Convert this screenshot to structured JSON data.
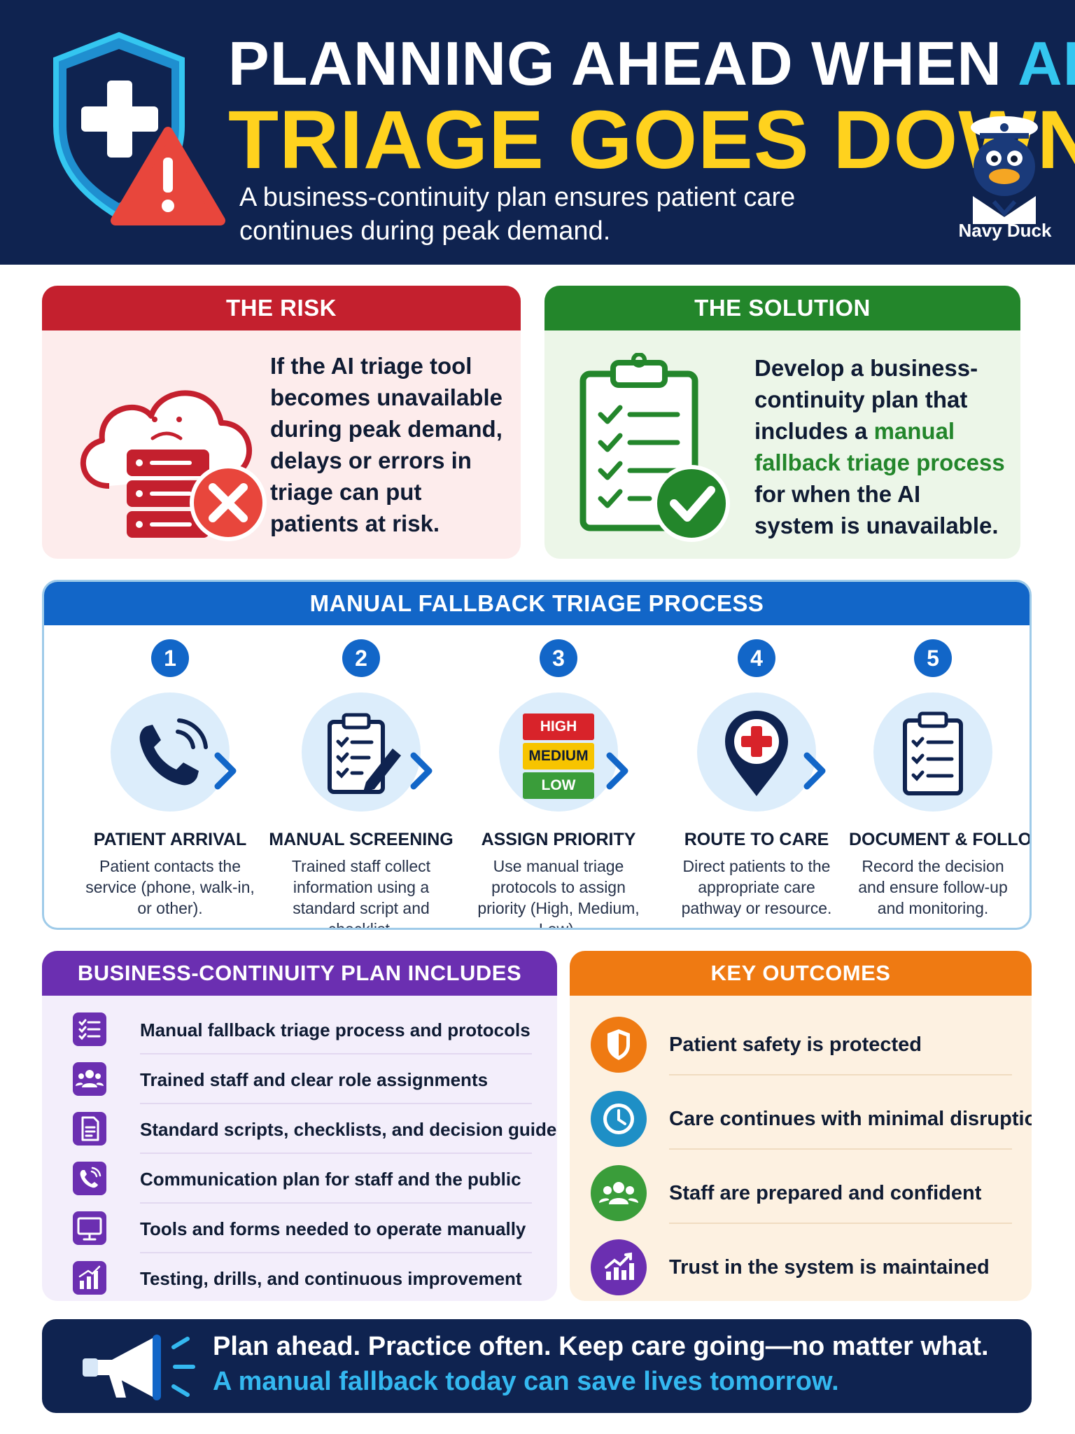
{
  "header": {
    "title_line1_part1": "PLANNING AHEAD WHEN ",
    "title_line1_part2": "AI",
    "title_line2": "TRIAGE GOES DOWN",
    "subtitle": "A business-continuity plan ensures patient care continues during peak demand.",
    "brand": "Navy Duck"
  },
  "risk": {
    "heading": "THE RISK",
    "text": "If the AI triage tool becomes unavailable during peak demand, delays or errors in triage can put patients at risk."
  },
  "solution": {
    "heading": "THE SOLUTION",
    "text_part1": "Develop a business-continuity plan that includes a ",
    "text_highlight": "manual fallback triage process",
    "text_part2": " for when the AI system is unavailable."
  },
  "process": {
    "heading": "MANUAL FALLBACK TRIAGE PROCESS",
    "steps": [
      {
        "number": "1",
        "title": "PATIENT ARRIVAL",
        "desc": "Patient contacts the service (phone, walk-in, or other).",
        "icon": "phone-icon"
      },
      {
        "number": "2",
        "title": "MANUAL SCREENING",
        "desc": "Trained staff collect information using a standard script and checklist.",
        "icon": "clipboard-pen-icon"
      },
      {
        "number": "3",
        "title": "ASSIGN PRIORITY",
        "desc": "Use manual triage protocols to assign priority (High, Medium, Low).",
        "icon": "priority-levels-icon"
      },
      {
        "number": "4",
        "title": "ROUTE TO CARE",
        "desc": "Direct patients to the appropriate care pathway or resource.",
        "icon": "location-cross-icon"
      },
      {
        "number": "5",
        "title": "DOCUMENT & FOLLOW UP",
        "desc": "Record the decision and ensure follow-up and monitoring.",
        "icon": "checklist-icon"
      }
    ],
    "priority_labels": {
      "high": "HIGH",
      "medium": "MEDIUM",
      "low": "LOW"
    }
  },
  "bcp": {
    "heading": "BUSINESS-CONTINUITY PLAN INCLUDES",
    "items": [
      {
        "label": "Manual fallback triage process and protocols",
        "icon": "list-check-icon"
      },
      {
        "label": "Trained staff and clear role assignments",
        "icon": "people-icon"
      },
      {
        "label": "Standard scripts, checklists, and decision guides",
        "icon": "document-icon"
      },
      {
        "label": "Communication plan for staff and the public",
        "icon": "phone-icon"
      },
      {
        "label": "Tools and forms needed to operate manually",
        "icon": "monitor-icon"
      },
      {
        "label": "Testing, drills, and continuous improvement",
        "icon": "bar-chart-icon"
      }
    ]
  },
  "outcomes": {
    "heading": "KEY OUTCOMES",
    "items": [
      {
        "label": "Patient safety is protected",
        "icon": "shield-icon",
        "color": "#ef7a12"
      },
      {
        "label": "Care continues with minimal disruption",
        "icon": "clock-icon",
        "color": "#1e8fc6"
      },
      {
        "label": "Staff are prepared and confident",
        "icon": "people-icon",
        "color": "#3a9d3a"
      },
      {
        "label": "Trust in the system is maintained",
        "icon": "trend-up-icon",
        "color": "#6b2fb1"
      }
    ]
  },
  "footer": {
    "line1": "Plan ahead. Practice often. Keep care going—no matter what.",
    "line2": "A manual fallback today can save lives tomorrow."
  },
  "colors": {
    "navy": "#0f2350",
    "risk_red": "#c4202e",
    "solution_green": "#23862b",
    "process_blue": "#1266c8",
    "bcp_purple": "#6b2fb1",
    "outcomes_orange": "#ef7a12",
    "title_yellow": "#ffd21e",
    "accent_cyan": "#34c6f0"
  }
}
